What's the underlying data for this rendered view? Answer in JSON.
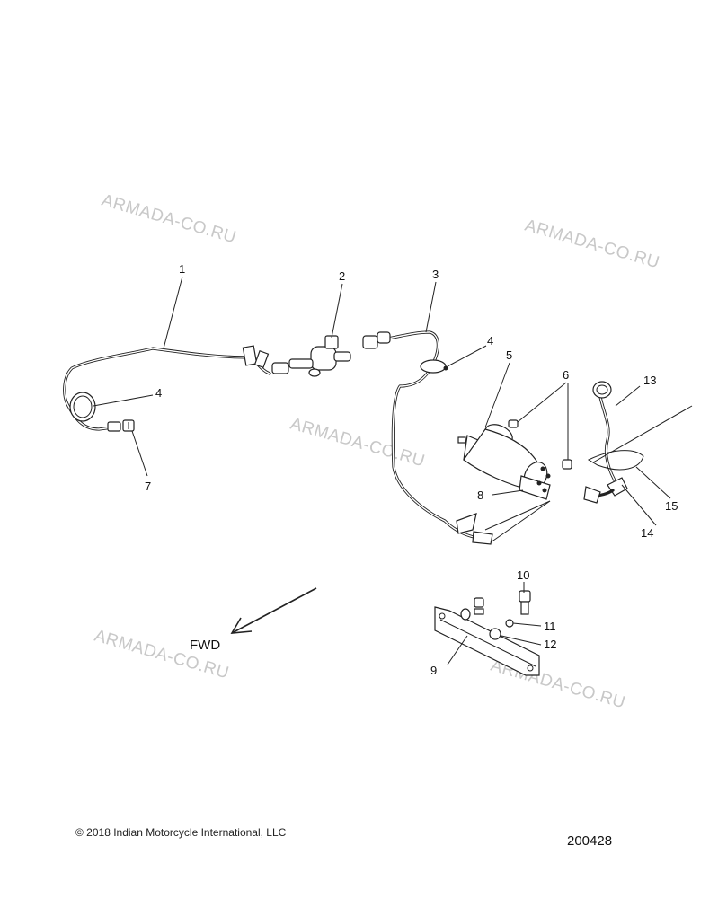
{
  "watermarks": [
    "ARMADA-CO.RU",
    "ARMADA-CO.RU",
    "ARMADA-CO.RU",
    "ARMADA-CO.RU",
    "ARMADA-CO.RU"
  ],
  "callouts": [
    "1",
    "2",
    "3",
    "4",
    "4",
    "5",
    "6",
    "7",
    "8",
    "9",
    "10",
    "11",
    "12",
    "13",
    "14",
    "15"
  ],
  "direction_label": "FWD",
  "footer": {
    "copyright": "© 2018 Indian Motorcycle International, LLC",
    "diagram_id": "200428"
  }
}
